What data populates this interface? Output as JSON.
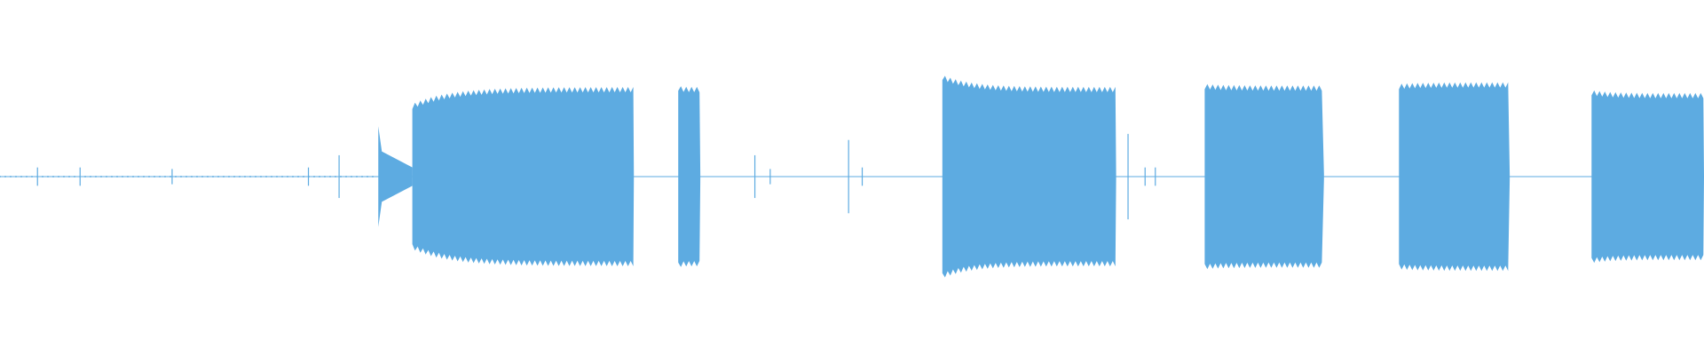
{
  "chart_data": {
    "type": "area",
    "title": "",
    "xlabel": "",
    "ylabel": "",
    "grid": false,
    "legend": "none",
    "ylim": [
      -1,
      1
    ],
    "xlim": [
      0,
      1
    ],
    "colors": {
      "waveform": "#5dabe1",
      "background": "#ffffff"
    },
    "series": [
      {
        "segments": [
          {
            "kind": "silence",
            "start": 0.0,
            "end": 0.22,
            "amplitude": 0.01
          },
          {
            "kind": "click",
            "at": 0.022,
            "amplitude": 0.06
          },
          {
            "kind": "click",
            "at": 0.047,
            "amplitude": 0.06
          },
          {
            "kind": "click",
            "at": 0.101,
            "amplitude": 0.05
          },
          {
            "kind": "click",
            "at": 0.181,
            "amplitude": 0.06
          },
          {
            "kind": "click",
            "at": 0.199,
            "amplitude": 0.14
          },
          {
            "kind": "burst",
            "start": 0.222,
            "end": 0.242,
            "amplitude": 0.33,
            "tail": 0.06
          },
          {
            "kind": "tone",
            "start": 0.242,
            "end": 0.372,
            "attack": 0.46,
            "sustain": 0.57,
            "release": 0.02
          },
          {
            "kind": "tone",
            "start": 0.398,
            "end": 0.411,
            "attack": 0.58,
            "sustain": 0.57,
            "release": 0.02
          },
          {
            "kind": "click",
            "at": 0.443,
            "amplitude": 0.14
          },
          {
            "kind": "click",
            "at": 0.452,
            "amplitude": 0.05
          },
          {
            "kind": "click",
            "at": 0.498,
            "amplitude": 0.24
          },
          {
            "kind": "click",
            "at": 0.506,
            "amplitude": 0.06
          },
          {
            "kind": "tone",
            "start": 0.553,
            "end": 0.655,
            "attack": 0.65,
            "sustain": 0.57,
            "release": 0.02
          },
          {
            "kind": "click",
            "at": 0.662,
            "amplitude": 0.28
          },
          {
            "kind": "click",
            "at": 0.672,
            "amplitude": 0.06
          },
          {
            "kind": "click",
            "at": 0.678,
            "amplitude": 0.06
          },
          {
            "kind": "tone",
            "start": 0.707,
            "end": 0.777,
            "attack": 0.59,
            "sustain": 0.58,
            "release": 0.02
          },
          {
            "kind": "tone",
            "start": 0.821,
            "end": 0.886,
            "attack": 0.59,
            "sustain": 0.6,
            "release": 0.02
          },
          {
            "kind": "tone",
            "start": 0.934,
            "end": 1.0,
            "attack": 0.55,
            "sustain": 0.53,
            "release": 0.0
          }
        ]
      }
    ]
  }
}
